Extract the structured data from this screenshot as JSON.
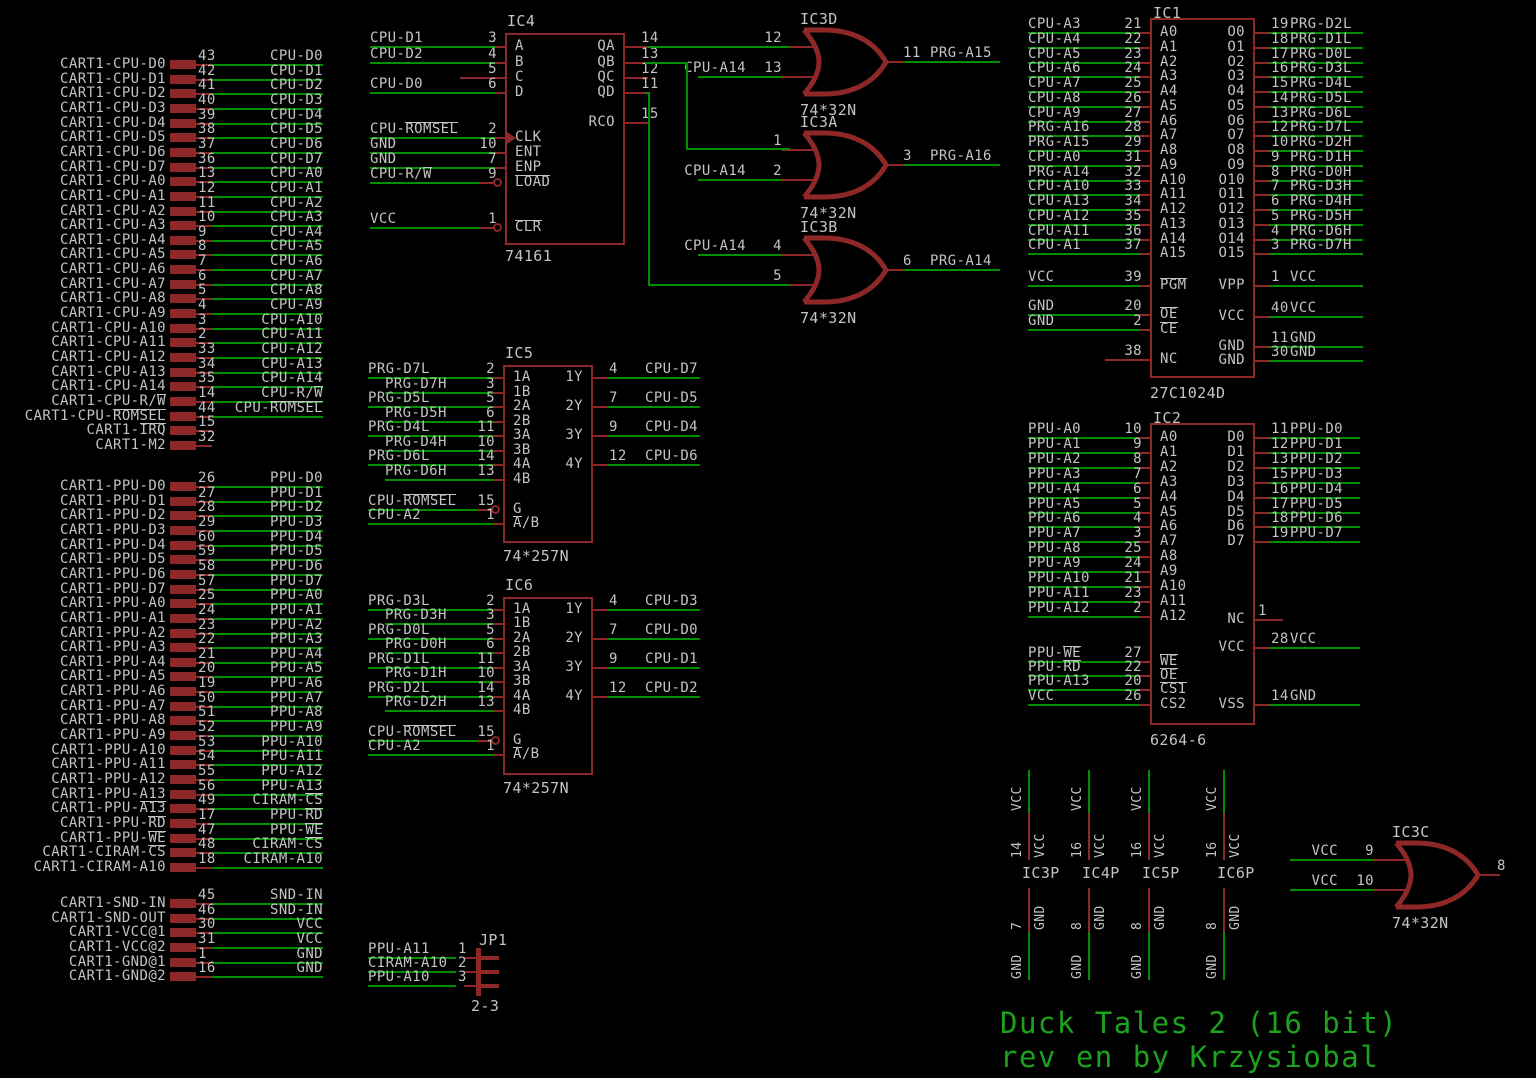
{
  "colors": {
    "background": "#000000",
    "wire": "#008f00",
    "component": "#8e2727",
    "label": "#c3c3c3",
    "caption": "#1ca21c"
  },
  "caption": {
    "line1": "Duck Tales 2 (16 bit)",
    "line2": "rev en by Krzysiobal"
  },
  "connector": {
    "groups": [
      {
        "id": "cpu",
        "rows": [
          [
            "CART1-CPU-D0",
            "43",
            "CPU-D0"
          ],
          [
            "CART1-CPU-D1",
            "42",
            "CPU-D1"
          ],
          [
            "CART1-CPU-D2",
            "41",
            "CPU-D2"
          ],
          [
            "CART1-CPU-D3",
            "40",
            "CPU-D3"
          ],
          [
            "CART1-CPU-D4",
            "39",
            "CPU-D4"
          ],
          [
            "CART1-CPU-D5",
            "38",
            "CPU-D5"
          ],
          [
            "CART1-CPU-D6",
            "37",
            "CPU-D6"
          ],
          [
            "CART1-CPU-D7",
            "36",
            "CPU-D7"
          ],
          [
            "CART1-CPU-A0",
            "13",
            "CPU-A0"
          ],
          [
            "CART1-CPU-A1",
            "12",
            "CPU-A1"
          ],
          [
            "CART1-CPU-A2",
            "11",
            "CPU-A2"
          ],
          [
            "CART1-CPU-A3",
            "10",
            "CPU-A3"
          ],
          [
            "CART1-CPU-A4",
            "9",
            "CPU-A4"
          ],
          [
            "CART1-CPU-A5",
            "8",
            "CPU-A5"
          ],
          [
            "CART1-CPU-A6",
            "7",
            "CPU-A6"
          ],
          [
            "CART1-CPU-A7",
            "6",
            "CPU-A7"
          ],
          [
            "CART1-CPU-A8",
            "5",
            "CPU-A8"
          ],
          [
            "CART1-CPU-A9",
            "4",
            "CPU-A9"
          ],
          [
            "CART1-CPU-A10",
            "3",
            "CPU-A10"
          ],
          [
            "CART1-CPU-A11",
            "2",
            "CPU-A11"
          ],
          [
            "CART1-CPU-A12",
            "33",
            "CPU-A12"
          ],
          [
            "CART1-CPU-A13",
            "34",
            "CPU-A13"
          ],
          [
            "CART1-CPU-A14",
            "35",
            "CPU-A14"
          ],
          [
            "CART1-CPU-R/{W}",
            "14",
            "CPU-R/{W}"
          ],
          [
            "CART1-CPU-{ROMSEL}",
            "44",
            "CPU-{ROMSEL}"
          ],
          [
            "CART1-{IRQ}",
            "15",
            null
          ],
          [
            "CART1-M2",
            "32",
            null
          ]
        ]
      },
      {
        "id": "ppu",
        "rows": [
          [
            "CART1-PPU-D0",
            "26",
            "PPU-D0"
          ],
          [
            "CART1-PPU-D1",
            "27",
            "PPU-D1"
          ],
          [
            "CART1-PPU-D2",
            "28",
            "PPU-D2"
          ],
          [
            "CART1-PPU-D3",
            "29",
            "PPU-D3"
          ],
          [
            "CART1-PPU-D4",
            "60",
            "PPU-D4"
          ],
          [
            "CART1-PPU-D5",
            "59",
            "PPU-D5"
          ],
          [
            "CART1-PPU-D6",
            "58",
            "PPU-D6"
          ],
          [
            "CART1-PPU-D7",
            "57",
            "PPU-D7"
          ],
          [
            "CART1-PPU-A0",
            "25",
            "PPU-A0"
          ],
          [
            "CART1-PPU-A1",
            "24",
            "PPU-A1"
          ],
          [
            "CART1-PPU-A2",
            "23",
            "PPU-A2"
          ],
          [
            "CART1-PPU-A3",
            "22",
            "PPU-A3"
          ],
          [
            "CART1-PPU-A4",
            "21",
            "PPU-A4"
          ],
          [
            "CART1-PPU-A5",
            "20",
            "PPU-A5"
          ],
          [
            "CART1-PPU-A6",
            "19",
            "PPU-A6"
          ],
          [
            "CART1-PPU-A7",
            "50",
            "PPU-A7"
          ],
          [
            "CART1-PPU-A8",
            "51",
            "PPU-A8"
          ],
          [
            "CART1-PPU-A9",
            "52",
            "PPU-A9"
          ],
          [
            "CART1-PPU-A10",
            "53",
            "PPU-A10"
          ],
          [
            "CART1-PPU-A11",
            "54",
            "PPU-A11"
          ],
          [
            "CART1-PPU-A12",
            "55",
            "PPU-A12"
          ],
          [
            "CART1-PPU-A13",
            "56",
            "PPU-A13"
          ],
          [
            "CART1-PPU-{A13}",
            "49",
            "CIRAM-{CS}"
          ],
          [
            "CART1-PPU-{RD}",
            "17",
            "PPU-{RD}"
          ],
          [
            "CART1-PPU-{WE}",
            "47",
            "PPU-{WE}"
          ],
          [
            "CART1-CIRAM-{CS}",
            "48",
            "CIRAM-{CS}"
          ],
          [
            "CART1-CIRAM-A10",
            "18",
            "CIRAM-A10"
          ]
        ]
      },
      {
        "id": "snd",
        "rows": [
          [
            "CART1-SND-IN",
            "45",
            "SND-IN"
          ],
          [
            "CART1-SND-OUT",
            "46",
            "SND-IN"
          ],
          [
            "CART1-VCC@1",
            "30",
            "VCC"
          ],
          [
            "CART1-VCC@2",
            "31",
            "VCC"
          ],
          [
            "CART1-GND@1",
            "1",
            "GND"
          ],
          [
            "CART1-GND@2",
            "16",
            "GND"
          ]
        ]
      }
    ]
  },
  "ics": [
    {
      "id": "ic4",
      "ref": "IC4",
      "part": "74161",
      "left": [
        [
          "CPU-D1",
          "3",
          "A"
        ],
        [
          "CPU-D2",
          "4",
          "B"
        ],
        [
          null,
          "5",
          "C"
        ],
        [
          "CPU-D0",
          "6",
          "D"
        ],
        [
          "CPU-{ROMSEL}",
          "2",
          "CLK",
          "c"
        ],
        [
          "GND",
          "10",
          "ENT"
        ],
        [
          "GND",
          "7",
          "ENP"
        ],
        [
          "CPU-R/{W}",
          "9",
          "{LOAD}",
          "b"
        ],
        [
          "VCC",
          "1",
          "{CLR}",
          "b"
        ]
      ],
      "right": [
        [
          null,
          "14",
          "QA"
        ],
        [
          null,
          "13",
          "QB"
        ],
        [
          null,
          "12",
          "QC"
        ],
        [
          null,
          "11",
          "QD"
        ],
        [
          null,
          "15",
          "RCO"
        ]
      ]
    },
    {
      "id": "ic5",
      "ref": "IC5",
      "part": "74*257N",
      "left": [
        [
          "PRG-D7L",
          "2",
          "1A"
        ],
        [
          "PRG-D7H",
          "3",
          "1B",
          "i"
        ],
        [
          "PRG-D5L",
          "5",
          "2A"
        ],
        [
          "PRG-D5H",
          "6",
          "2B",
          "i"
        ],
        [
          "PRG-D4L",
          "11",
          "3A"
        ],
        [
          "PRG-D4H",
          "10",
          "3B",
          "i"
        ],
        [
          "PRG-D6L",
          "14",
          "4A"
        ],
        [
          "PRG-D6H",
          "13",
          "4B",
          "i"
        ],
        [
          "CPU-{ROMSEL}",
          "15",
          "G",
          "b"
        ],
        [
          "CPU-A2",
          "1",
          "{A}/B"
        ]
      ],
      "right": [
        [
          "CPU-D7",
          "4",
          "1Y"
        ],
        [
          "CPU-D5",
          "7",
          "2Y"
        ],
        [
          "CPU-D4",
          "9",
          "3Y"
        ],
        [
          "CPU-D6",
          "12",
          "4Y"
        ]
      ]
    },
    {
      "id": "ic6",
      "ref": "IC6",
      "part": "74*257N",
      "left": [
        [
          "PRG-D3L",
          "2",
          "1A"
        ],
        [
          "PRG-D3H",
          "3",
          "1B",
          "i"
        ],
        [
          "PRG-D0L",
          "5",
          "2A"
        ],
        [
          "PRG-D0H",
          "6",
          "2B",
          "i"
        ],
        [
          "PRG-D1L",
          "11",
          "3A"
        ],
        [
          "PRG-D1H",
          "10",
          "3B",
          "i"
        ],
        [
          "PRG-D2L",
          "14",
          "4A"
        ],
        [
          "PRG-D2H",
          "13",
          "4B",
          "i"
        ],
        [
          "CPU-{ROMSEL}",
          "15",
          "G",
          "b"
        ],
        [
          "CPU-A2",
          "1",
          "{A}/B"
        ]
      ],
      "right": [
        [
          "CPU-D3",
          "4",
          "1Y"
        ],
        [
          "CPU-D0",
          "7",
          "2Y"
        ],
        [
          "CPU-D1",
          "9",
          "3Y"
        ],
        [
          "CPU-D2",
          "12",
          "4Y"
        ]
      ]
    },
    {
      "id": "ic1",
      "ref": "IC1",
      "part": "27C1024D",
      "left": [
        [
          "CPU-A3",
          "21",
          "A0"
        ],
        [
          "CPU-A4",
          "22",
          "A1"
        ],
        [
          "CPU-A5",
          "23",
          "A2"
        ],
        [
          "CPU-A6",
          "24",
          "A3"
        ],
        [
          "CPU-A7",
          "25",
          "A4"
        ],
        [
          "CPU-A8",
          "26",
          "A5"
        ],
        [
          "CPU-A9",
          "27",
          "A6"
        ],
        [
          "PRG-A16",
          "28",
          "A7"
        ],
        [
          "PRG-A15",
          "29",
          "A8"
        ],
        [
          "CPU-A0",
          "31",
          "A9"
        ],
        [
          "PRG-A14",
          "32",
          "A10"
        ],
        [
          "CPU-A10",
          "33",
          "A11"
        ],
        [
          "CPU-A13",
          "34",
          "A12"
        ],
        [
          "CPU-A12",
          "35",
          "A13"
        ],
        [
          "CPU-A11",
          "36",
          "A14"
        ],
        [
          "CPU-A1",
          "37",
          "A15"
        ],
        [
          "VCC",
          "39",
          "{PGM}"
        ],
        [
          "GND",
          "20",
          "{OE}"
        ],
        [
          "GND",
          "2",
          "{CE}"
        ],
        [
          null,
          "38",
          "NC"
        ]
      ],
      "right": [
        [
          "PRG-D2L",
          "19",
          "O0"
        ],
        [
          "PRG-D1L",
          "18",
          "O1"
        ],
        [
          "PRG-D0L",
          "17",
          "O2"
        ],
        [
          "PRG-D3L",
          "16",
          "O3"
        ],
        [
          "PRG-D4L",
          "15",
          "O4"
        ],
        [
          "PRG-D5L",
          "14",
          "O5"
        ],
        [
          "PRG-D6L",
          "13",
          "O6"
        ],
        [
          "PRG-D7L",
          "12",
          "O7"
        ],
        [
          "PRG-D2H",
          "10",
          "O8"
        ],
        [
          "PRG-D1H",
          "9",
          "O9"
        ],
        [
          "PRG-D0H",
          "8",
          "O10"
        ],
        [
          "PRG-D3H",
          "7",
          "O11"
        ],
        [
          "PRG-D4H",
          "6",
          "O12"
        ],
        [
          "PRG-D5H",
          "5",
          "O13"
        ],
        [
          "PRG-D6H",
          "4",
          "O14"
        ],
        [
          "PRG-D7H",
          "3",
          "O15"
        ],
        [
          "VCC",
          "1",
          "VPP"
        ],
        [
          "VCC",
          "40",
          "VCC"
        ],
        [
          "GND",
          "11",
          "GND"
        ],
        [
          "GND",
          "30",
          "GND"
        ]
      ]
    },
    {
      "id": "ic2",
      "ref": "IC2",
      "part": "6264-6",
      "left": [
        [
          "PPU-A0",
          "10",
          "A0"
        ],
        [
          "PPU-A1",
          "9",
          "A1"
        ],
        [
          "PPU-A2",
          "8",
          "A2"
        ],
        [
          "PPU-A3",
          "7",
          "A3"
        ],
        [
          "PPU-A4",
          "6",
          "A4"
        ],
        [
          "PPU-A5",
          "5",
          "A5"
        ],
        [
          "PPU-A6",
          "4",
          "A6"
        ],
        [
          "PPU-A7",
          "3",
          "A7"
        ],
        [
          "PPU-A8",
          "25",
          "A8"
        ],
        [
          "PPU-A9",
          "24",
          "A9"
        ],
        [
          "PPU-A10",
          "21",
          "A10"
        ],
        [
          "PPU-A11",
          "23",
          "A11"
        ],
        [
          "PPU-A12",
          "2",
          "A12"
        ],
        [
          "PPU-{WE}",
          "27",
          "{WE}"
        ],
        [
          "PPU-{RD}",
          "22",
          "{OE}"
        ],
        [
          "PPU-A13",
          "20",
          "{CS1}"
        ],
        [
          "VCC",
          "26",
          "CS2"
        ]
      ],
      "right": [
        [
          "PPU-D0",
          "11",
          "D0"
        ],
        [
          "PPU-D1",
          "12",
          "D1"
        ],
        [
          "PPU-D2",
          "13",
          "D2"
        ],
        [
          "PPU-D3",
          "15",
          "D3"
        ],
        [
          "PPU-D4",
          "16",
          "D4"
        ],
        [
          "PPU-D5",
          "17",
          "D5"
        ],
        [
          "PPU-D6",
          "18",
          "D6"
        ],
        [
          "PPU-D7",
          "19",
          "D7"
        ],
        [
          null,
          "1",
          "NC"
        ],
        [
          "VCC",
          "28",
          "VCC"
        ],
        [
          "GND",
          "14",
          "VSS"
        ]
      ]
    }
  ],
  "gates": [
    {
      "id": "ic3d",
      "ref": "IC3D",
      "part": "74*32N",
      "inputs": [
        {
          "num": "12",
          "net": null
        },
        {
          "num": "13",
          "net": "CPU-A14"
        }
      ],
      "output": {
        "num": "11",
        "net": "PRG-A15"
      }
    },
    {
      "id": "ic3a",
      "ref": "IC3A",
      "part": "74*32N",
      "inputs": [
        {
          "num": "1",
          "net": null
        },
        {
          "num": "2",
          "net": "CPU-A14"
        }
      ],
      "output": {
        "num": "3",
        "net": "PRG-A16"
      }
    },
    {
      "id": "ic3b",
      "ref": "IC3B",
      "part": "74*32N",
      "inputs": [
        {
          "num": "4",
          "net": "CPU-A14"
        },
        {
          "num": "5",
          "net": null
        }
      ],
      "output": {
        "num": "6",
        "net": "PRG-A14"
      }
    },
    {
      "id": "ic3c",
      "ref": "IC3C",
      "part": "74*32N",
      "inputs": [
        {
          "num": "9",
          "net": "VCC"
        },
        {
          "num": "10",
          "net": "VCC"
        }
      ],
      "output": {
        "num": "8",
        "net": null
      }
    }
  ],
  "power": {
    "vcc_net": "VCC",
    "gnd_net": "GND",
    "columns": [
      {
        "ref": "IC3P",
        "vcc_pin": "14",
        "vcc_name": "VCC",
        "gnd_pin": "7",
        "gnd_name": "GND"
      },
      {
        "ref": "IC4P",
        "vcc_pin": "16",
        "vcc_name": "VCC",
        "gnd_pin": "8",
        "gnd_name": "GND"
      },
      {
        "ref": "IC5P",
        "vcc_pin": "16",
        "vcc_name": "VCC",
        "gnd_pin": "8",
        "gnd_name": "GND"
      },
      {
        "ref": "IC6P",
        "vcc_pin": "16",
        "vcc_name": "VCC",
        "gnd_pin": "8",
        "gnd_name": "GND"
      }
    ]
  },
  "jumper": {
    "ref": "JP1",
    "setting": "2-3",
    "pins": [
      [
        "PPU-A11",
        "1"
      ],
      [
        "CIRAM-A10",
        "2"
      ],
      [
        "PPU-A10",
        "3"
      ]
    ]
  }
}
